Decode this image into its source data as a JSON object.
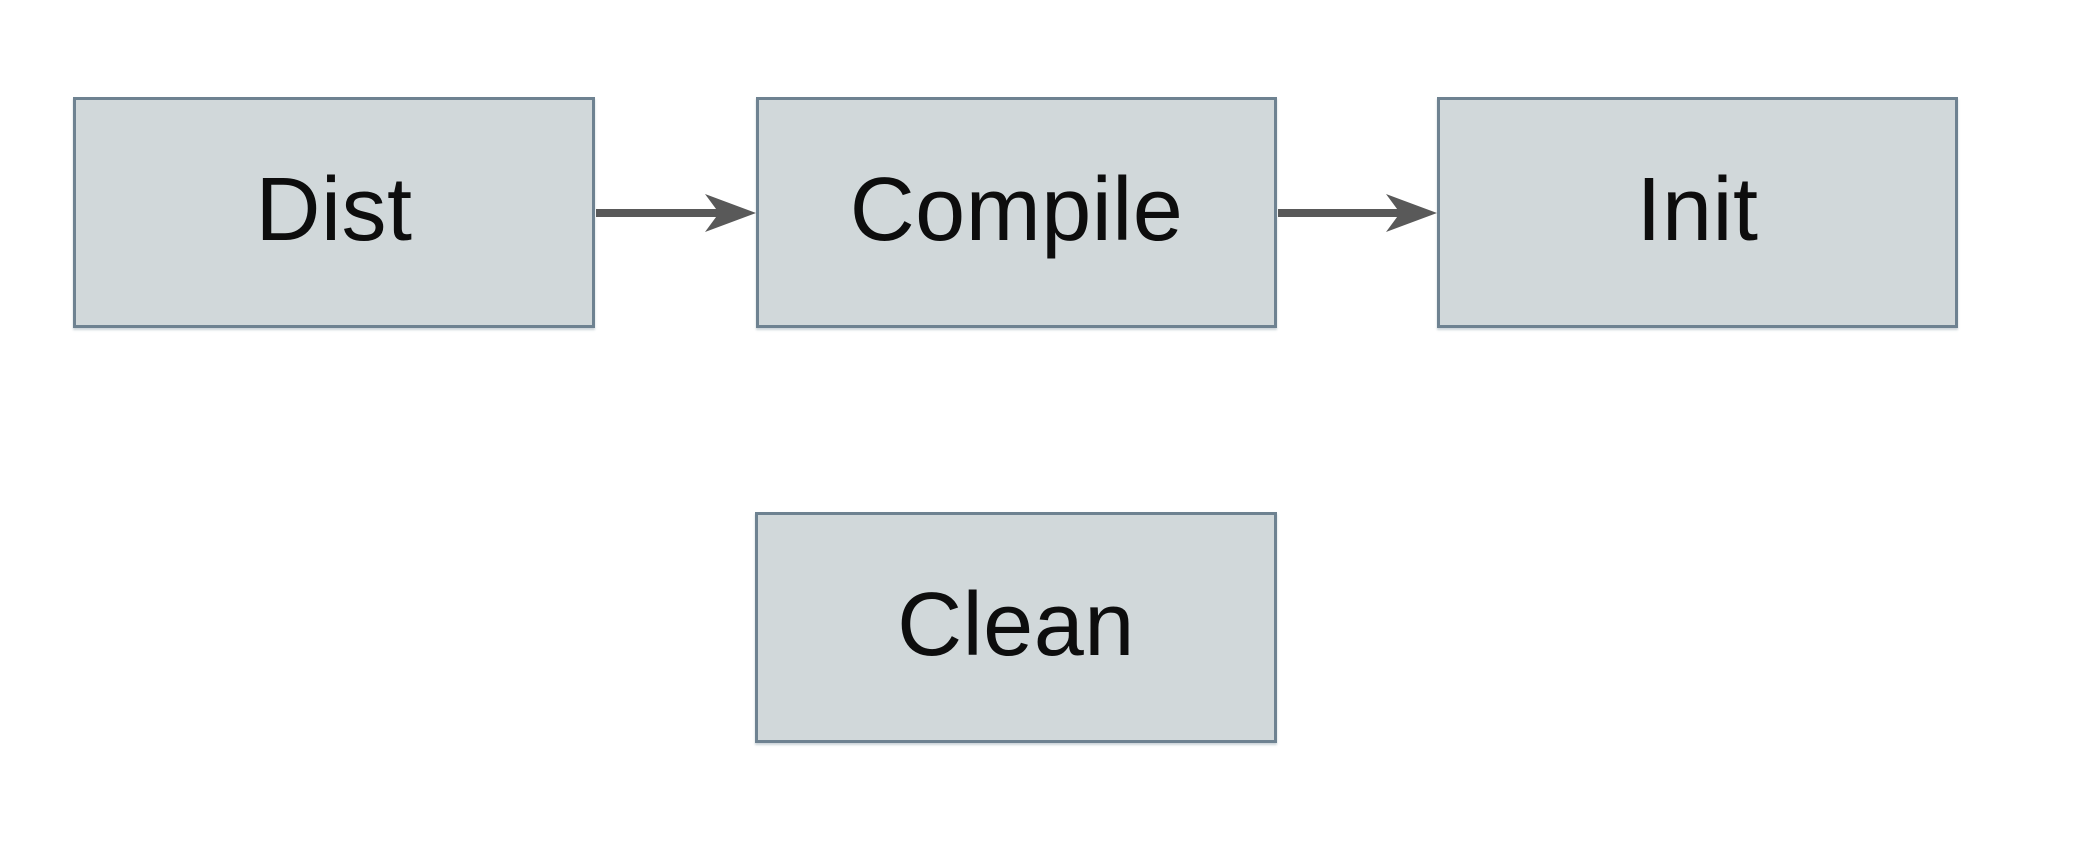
{
  "diagram": {
    "type": "flowchart",
    "nodes": [
      {
        "id": "dist",
        "label": "Dist"
      },
      {
        "id": "compile",
        "label": "Compile"
      },
      {
        "id": "init",
        "label": "Init"
      },
      {
        "id": "clean",
        "label": "Clean"
      }
    ],
    "edges": [
      {
        "from": "dist",
        "to": "compile",
        "style": "arrow-right"
      },
      {
        "from": "compile",
        "to": "init",
        "style": "arrow-right"
      }
    ],
    "colors": {
      "canvas_bg": "#ffffff",
      "node_fill": "#d1d8da",
      "node_border": "#6e8291",
      "arrow": "#595959",
      "label": "#0d0d0d"
    }
  }
}
